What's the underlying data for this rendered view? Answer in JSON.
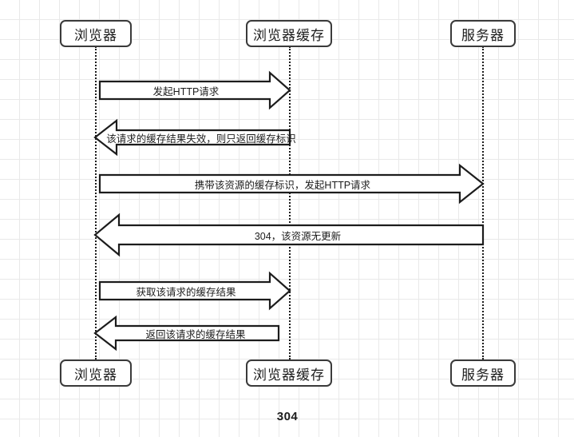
{
  "diagram": {
    "caption": "304",
    "colors": {
      "background": "#ffffff",
      "grid": "#e9e9e9",
      "stroke": "#1c1c1c",
      "node_border": "#3a3a3a"
    },
    "participants_top": [
      {
        "id": "browser",
        "label": "浏览器"
      },
      {
        "id": "browser-cache",
        "label": "浏览器缓存"
      },
      {
        "id": "server",
        "label": "服务器"
      }
    ],
    "participants_bottom": [
      {
        "id": "browser",
        "label": "浏览器"
      },
      {
        "id": "browser-cache",
        "label": "浏览器缓存"
      },
      {
        "id": "server",
        "label": "服务器"
      }
    ],
    "messages": [
      {
        "index": 1,
        "label": "发起HTTP请求",
        "from": "browser",
        "to": "browser-cache",
        "direction": "right"
      },
      {
        "index": 2,
        "label": "该请求的缓存结果失效，则只返回缓存标识",
        "from": "browser-cache",
        "to": "browser",
        "direction": "left"
      },
      {
        "index": 3,
        "label": "携带该资源的缓存标识，发起HTTP请求",
        "from": "browser",
        "to": "server",
        "direction": "right"
      },
      {
        "index": 4,
        "label": "304，该资源无更新",
        "from": "server",
        "to": "browser",
        "direction": "left"
      },
      {
        "index": 5,
        "label": "获取该请求的缓存结果",
        "from": "browser",
        "to": "browser-cache",
        "direction": "right"
      },
      {
        "index": 6,
        "label": "返回该请求的缓存结果",
        "from": "browser-cache",
        "to": "browser",
        "direction": "left"
      }
    ]
  }
}
